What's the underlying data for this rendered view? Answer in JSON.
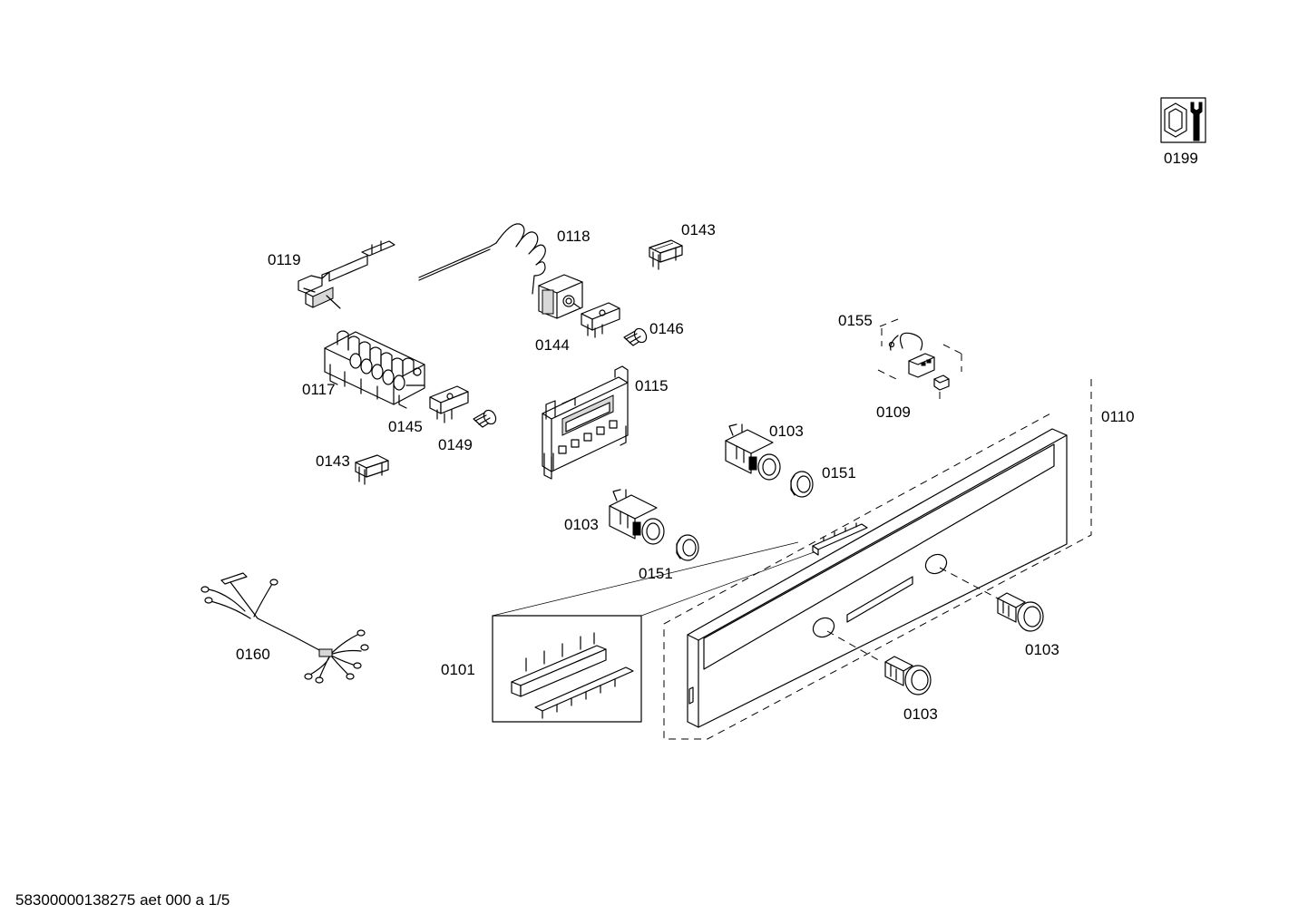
{
  "part_labels": {
    "p0199": "0199",
    "p0119": "0119",
    "p0118": "0118",
    "p0143_top": "0143",
    "p0155": "0155",
    "p0144": "0144",
    "p0146": "0146",
    "p0117": "0117",
    "p0115": "0115",
    "p0109": "0109",
    "p0110": "0110",
    "p0145": "0145",
    "p0149": "0149",
    "p0103_center": "0103",
    "p0143_left": "0143",
    "p0151_right": "0151",
    "p0103_left": "0103",
    "p0151_left": "0151",
    "p0160": "0160",
    "p0101": "0101",
    "p0103_bottom_right": "0103",
    "p0103_bottom": "0103"
  },
  "footer": {
    "document_id": "58300000138275 aet 000 a 1/5"
  },
  "icons": {
    "service_tool": "wrench-nut-icon"
  }
}
